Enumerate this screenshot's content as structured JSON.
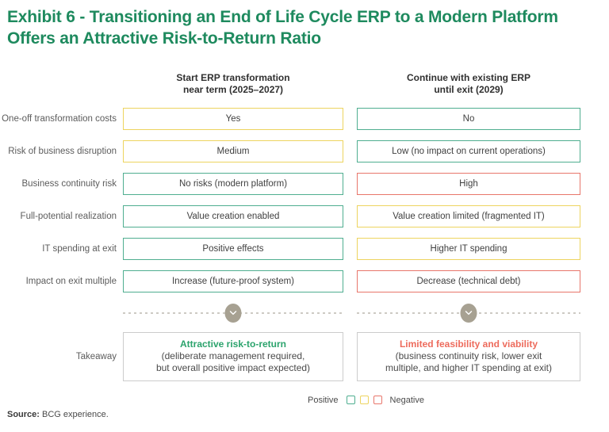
{
  "chart_data": {
    "type": "table",
    "title": "Exhibit 6 - Transitioning an End of Life Cycle ERP to a Modern Platform Offers an Attractive Risk-to-Return Ratio",
    "columns": [
      {
        "label": "Start ERP transformation near term (2025–2027)",
        "line1": "Start ERP transformation",
        "line2": "near term (2025–2027)"
      },
      {
        "label": "Continue with existing ERP until exit (2029)",
        "line1": "Continue with existing ERP",
        "line2": "until exit (2029)"
      }
    ],
    "rows": [
      {
        "label": "One-off transformation costs",
        "left": {
          "text": "Yes",
          "status": "neutral"
        },
        "right": {
          "text": "No",
          "status": "positive"
        }
      },
      {
        "label": "Risk of business disruption",
        "left": {
          "text": "Medium",
          "status": "neutral"
        },
        "right": {
          "text": "Low  (no impact on current operations)",
          "status": "positive"
        }
      },
      {
        "label": "Business continuity risk",
        "left": {
          "text": "No risks  (modern platform)",
          "status": "positive"
        },
        "right": {
          "text": "High",
          "status": "negative"
        }
      },
      {
        "label": "Full-potential realization",
        "left": {
          "text": "Value creation enabled",
          "status": "positive"
        },
        "right": {
          "text": "Value creation limited (fragmented IT)",
          "status": "neutral"
        }
      },
      {
        "label": "IT spending at exit",
        "left": {
          "text": "Positive effects",
          "status": "positive"
        },
        "right": {
          "text": "Higher IT spending",
          "status": "neutral"
        }
      },
      {
        "label": "Impact on exit multiple",
        "left": {
          "text": "Increase (future-proof system)",
          "status": "positive"
        },
        "right": {
          "text": "Decrease (technical debt)",
          "status": "negative"
        }
      }
    ],
    "takeaway": {
      "label": "Takeaway",
      "left": {
        "headline": "Attractive risk-to-return",
        "sub1": "(deliberate management required,",
        "sub2": "but overall positive impact expected)",
        "status": "positive"
      },
      "right": {
        "headline": "Limited feasibility and viability",
        "sub1": "(business continuity risk, lower exit",
        "sub2": "multiple, and higher IT spending at exit)",
        "status": "negative"
      }
    },
    "legend": {
      "positive_label": "Positive",
      "negative_label": "Negative",
      "colors": {
        "positive": "#4FAE90",
        "neutral": "#EDD45F",
        "negative": "#E8766B"
      }
    },
    "layout_hints": {
      "grid": "off",
      "legend_position": "bottom-center",
      "title_color": "#1E8A5E"
    }
  },
  "icons": {
    "column_arrow": "chevron-down-icon"
  },
  "source": {
    "prefix": "Source:",
    "text": "BCG experience."
  }
}
